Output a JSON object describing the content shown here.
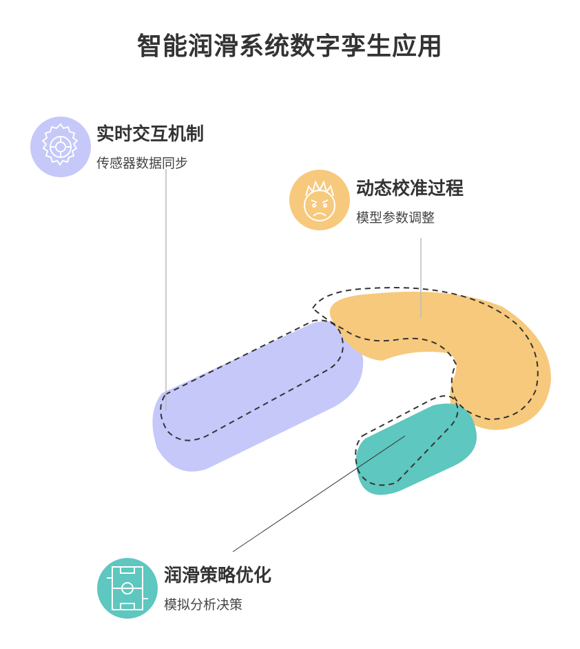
{
  "title": "智能润滑系统数字孪生应用",
  "items": [
    {
      "title": "实时交互机制",
      "subtitle": "传感器数据同步",
      "color": "#c5c8f9",
      "icon": "gear-target-icon"
    },
    {
      "title": "动态校准过程",
      "subtitle": "模型参数调整",
      "color": "#f7c97c",
      "icon": "angry-face-icon"
    },
    {
      "title": "润滑策略优化",
      "subtitle": "模拟分析决策",
      "color": "#5ec7bf",
      "icon": "soccer-field-icon"
    }
  ],
  "colors": {
    "title_text": "#333333",
    "body_text": "#444444",
    "dash_stroke": "#333333",
    "leader_line": "#bbbbbb"
  }
}
